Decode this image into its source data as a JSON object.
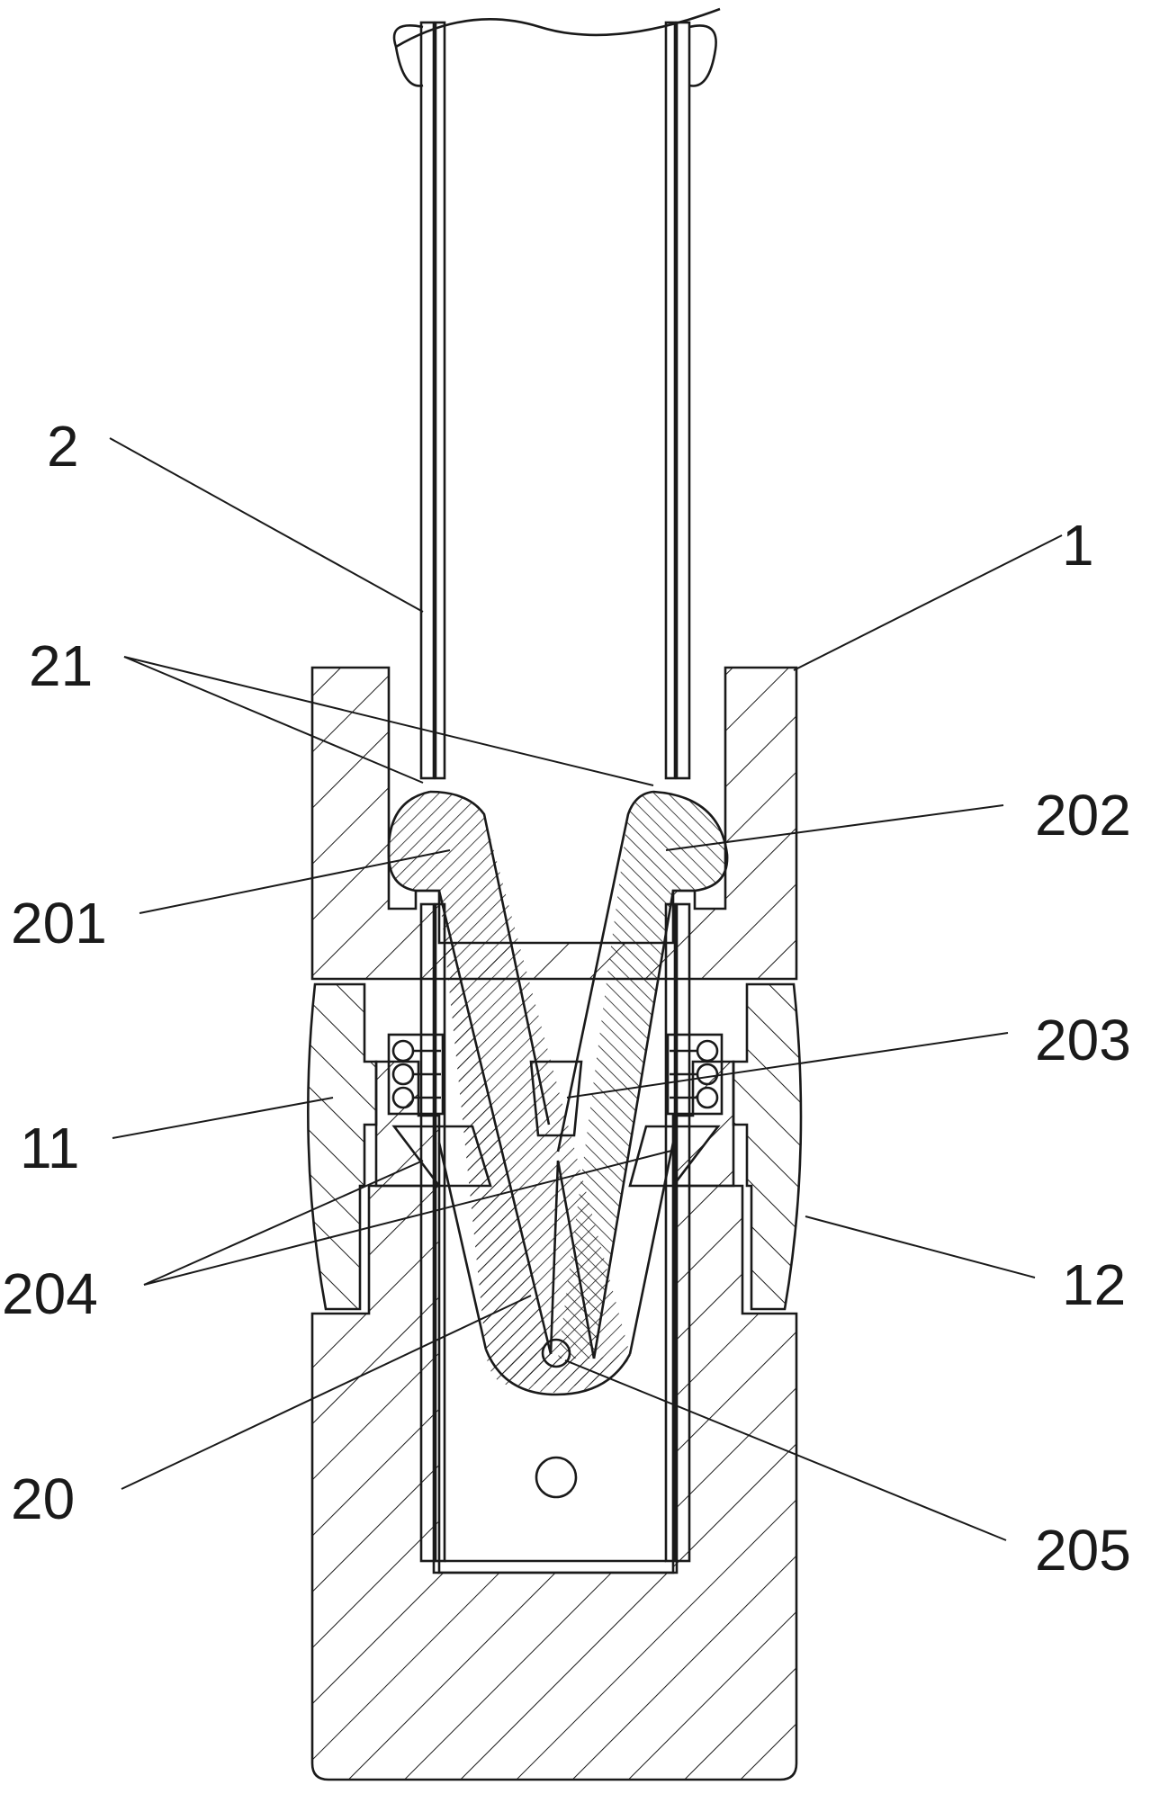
{
  "labels": {
    "l2": "2",
    "l1": "1",
    "l21": "21",
    "l202": "202",
    "l201": "201",
    "l203": "203",
    "l11": "11",
    "l12": "12",
    "l204": "204",
    "l20": "20",
    "l205": "205"
  }
}
